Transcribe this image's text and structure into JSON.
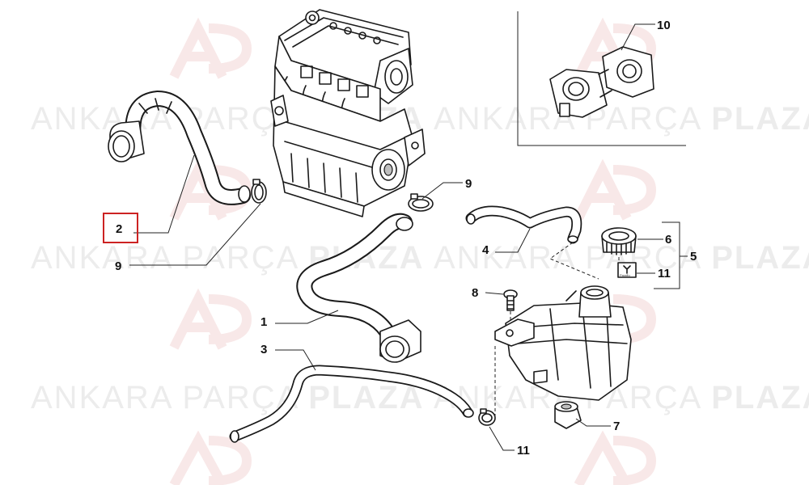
{
  "watermark": {
    "brand_light": "ANKARA",
    "brand_mid": "PARÇA",
    "brand_bold": "PLAZA",
    "logo_text": "AP"
  },
  "callouts": {
    "hose_upper": "1",
    "hose_radiator": "2",
    "hose_lower": "3",
    "hose_small": "4",
    "tank_assembly": "5",
    "cap": "6",
    "mount": "7",
    "screw": "8",
    "clamp_upper_right": "9",
    "clamp_left": "9",
    "bracket_detail": "10",
    "clamp_lower": "11",
    "label_sticker": "11"
  },
  "sticker_text": "Paraflu",
  "colors": {
    "highlight_box": "#cc2222",
    "line": "#1a1a1a",
    "watermark": "#ececec",
    "watermark_logo": "#f5dede"
  }
}
